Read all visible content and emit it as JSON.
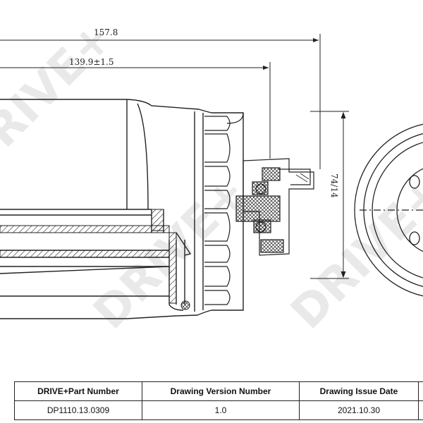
{
  "dimensions": {
    "overall_length": "157.8",
    "body_length": "139.9±1.5",
    "thread": "74/14"
  },
  "watermark": {
    "text": "DRIVE+"
  },
  "title_block": {
    "headers": [
      "DRIVE+Part Number",
      "Drawing Version Number",
      "Drawing Issue Date"
    ],
    "values": [
      "DP1110.13.0309",
      "1.0",
      "2021.10.30"
    ]
  }
}
